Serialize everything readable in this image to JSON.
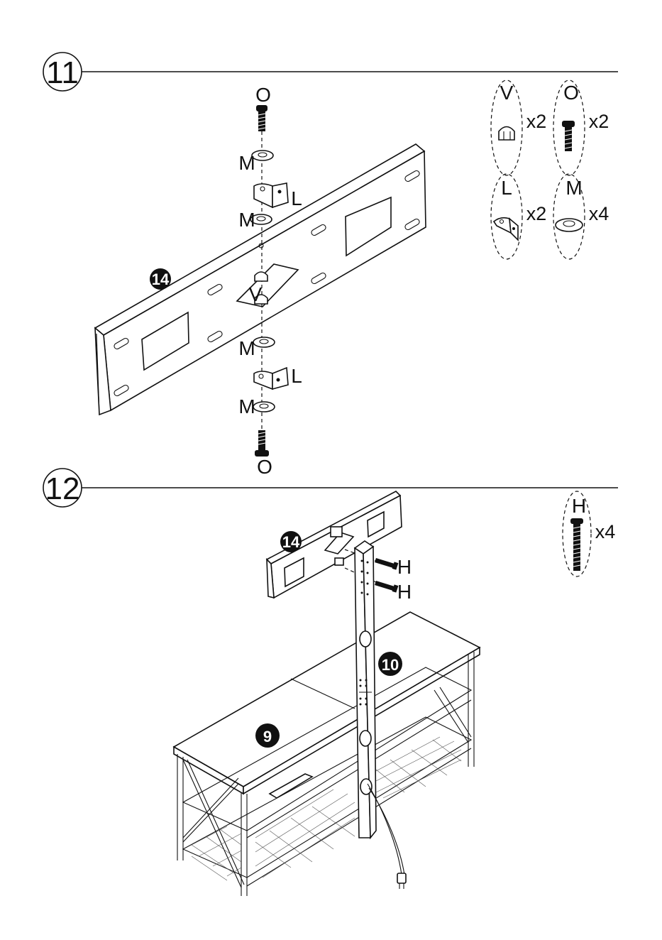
{
  "steps": [
    {
      "number": "11"
    },
    {
      "number": "12"
    }
  ],
  "parts_step11": [
    {
      "label": "V",
      "qty": "x2"
    },
    {
      "label": "O",
      "qty": "x2"
    },
    {
      "label": "L",
      "qty": "x2"
    },
    {
      "label": "M",
      "qty": "x4"
    }
  ],
  "parts_step12": [
    {
      "label": "H",
      "qty": "x4"
    }
  ],
  "callouts_step11": {
    "bolt_top": "O",
    "washer_1": "M",
    "bracket_top": "L",
    "washer_2": "M",
    "nut": "V",
    "washer_3": "M",
    "bracket_bottom": "L",
    "washer_4": "M",
    "bolt_bottom": "O",
    "panel_badge": "14"
  },
  "callouts_step12": {
    "panel_badge": "14",
    "screw_1": "H",
    "screw_2": "H",
    "post_badge": "10",
    "stand_badge": "9"
  },
  "colors": {
    "ink": "#111111",
    "paper": "#ffffff",
    "badge": "#111111"
  }
}
